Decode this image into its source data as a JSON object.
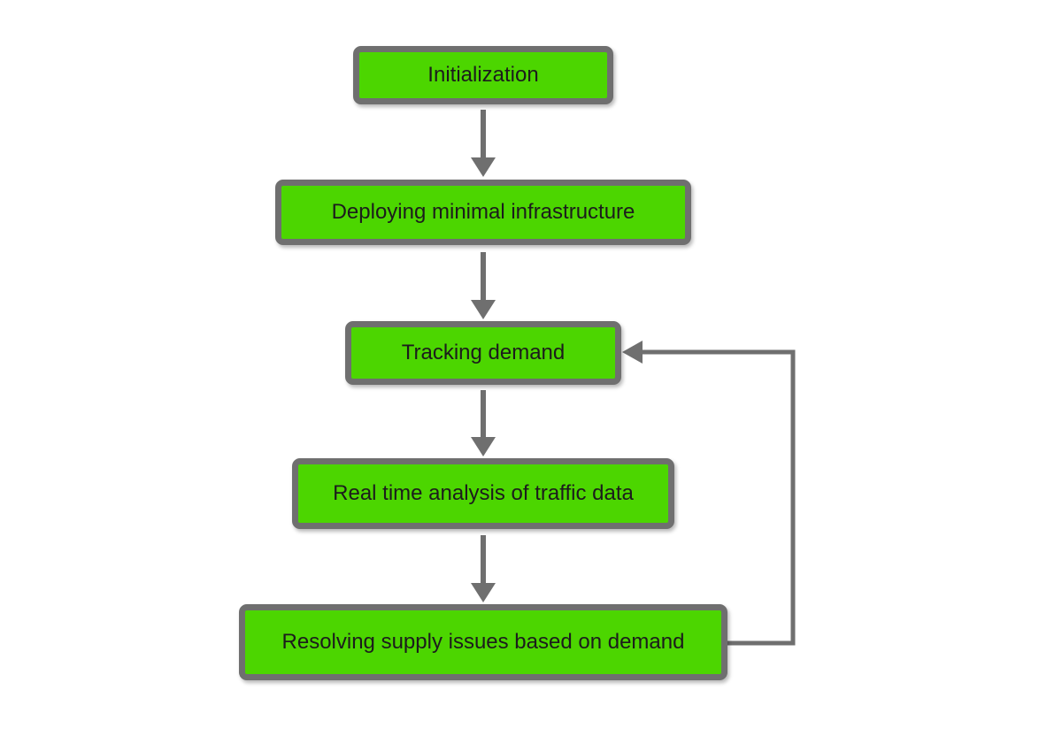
{
  "diagram": {
    "type": "flowchart",
    "colors": {
      "node_fill": "#4cd600",
      "node_border": "#6f6f6f",
      "connector": "#6f6f6f",
      "text": "#1c1c1c",
      "background": "#ffffff"
    },
    "steps": [
      {
        "id": "initialization",
        "label": "Initialization"
      },
      {
        "id": "deploying",
        "label": "Deploying minimal infrastructure"
      },
      {
        "id": "tracking",
        "label": "Tracking demand"
      },
      {
        "id": "analysis",
        "label": "Real time analysis of traffic data"
      },
      {
        "id": "resolving",
        "label": "Resolving supply issues based on demand"
      }
    ],
    "edges": [
      {
        "from": "initialization",
        "to": "deploying"
      },
      {
        "from": "deploying",
        "to": "tracking"
      },
      {
        "from": "tracking",
        "to": "analysis"
      },
      {
        "from": "analysis",
        "to": "resolving"
      },
      {
        "from": "resolving",
        "to": "tracking",
        "kind": "loop-back"
      }
    ]
  }
}
